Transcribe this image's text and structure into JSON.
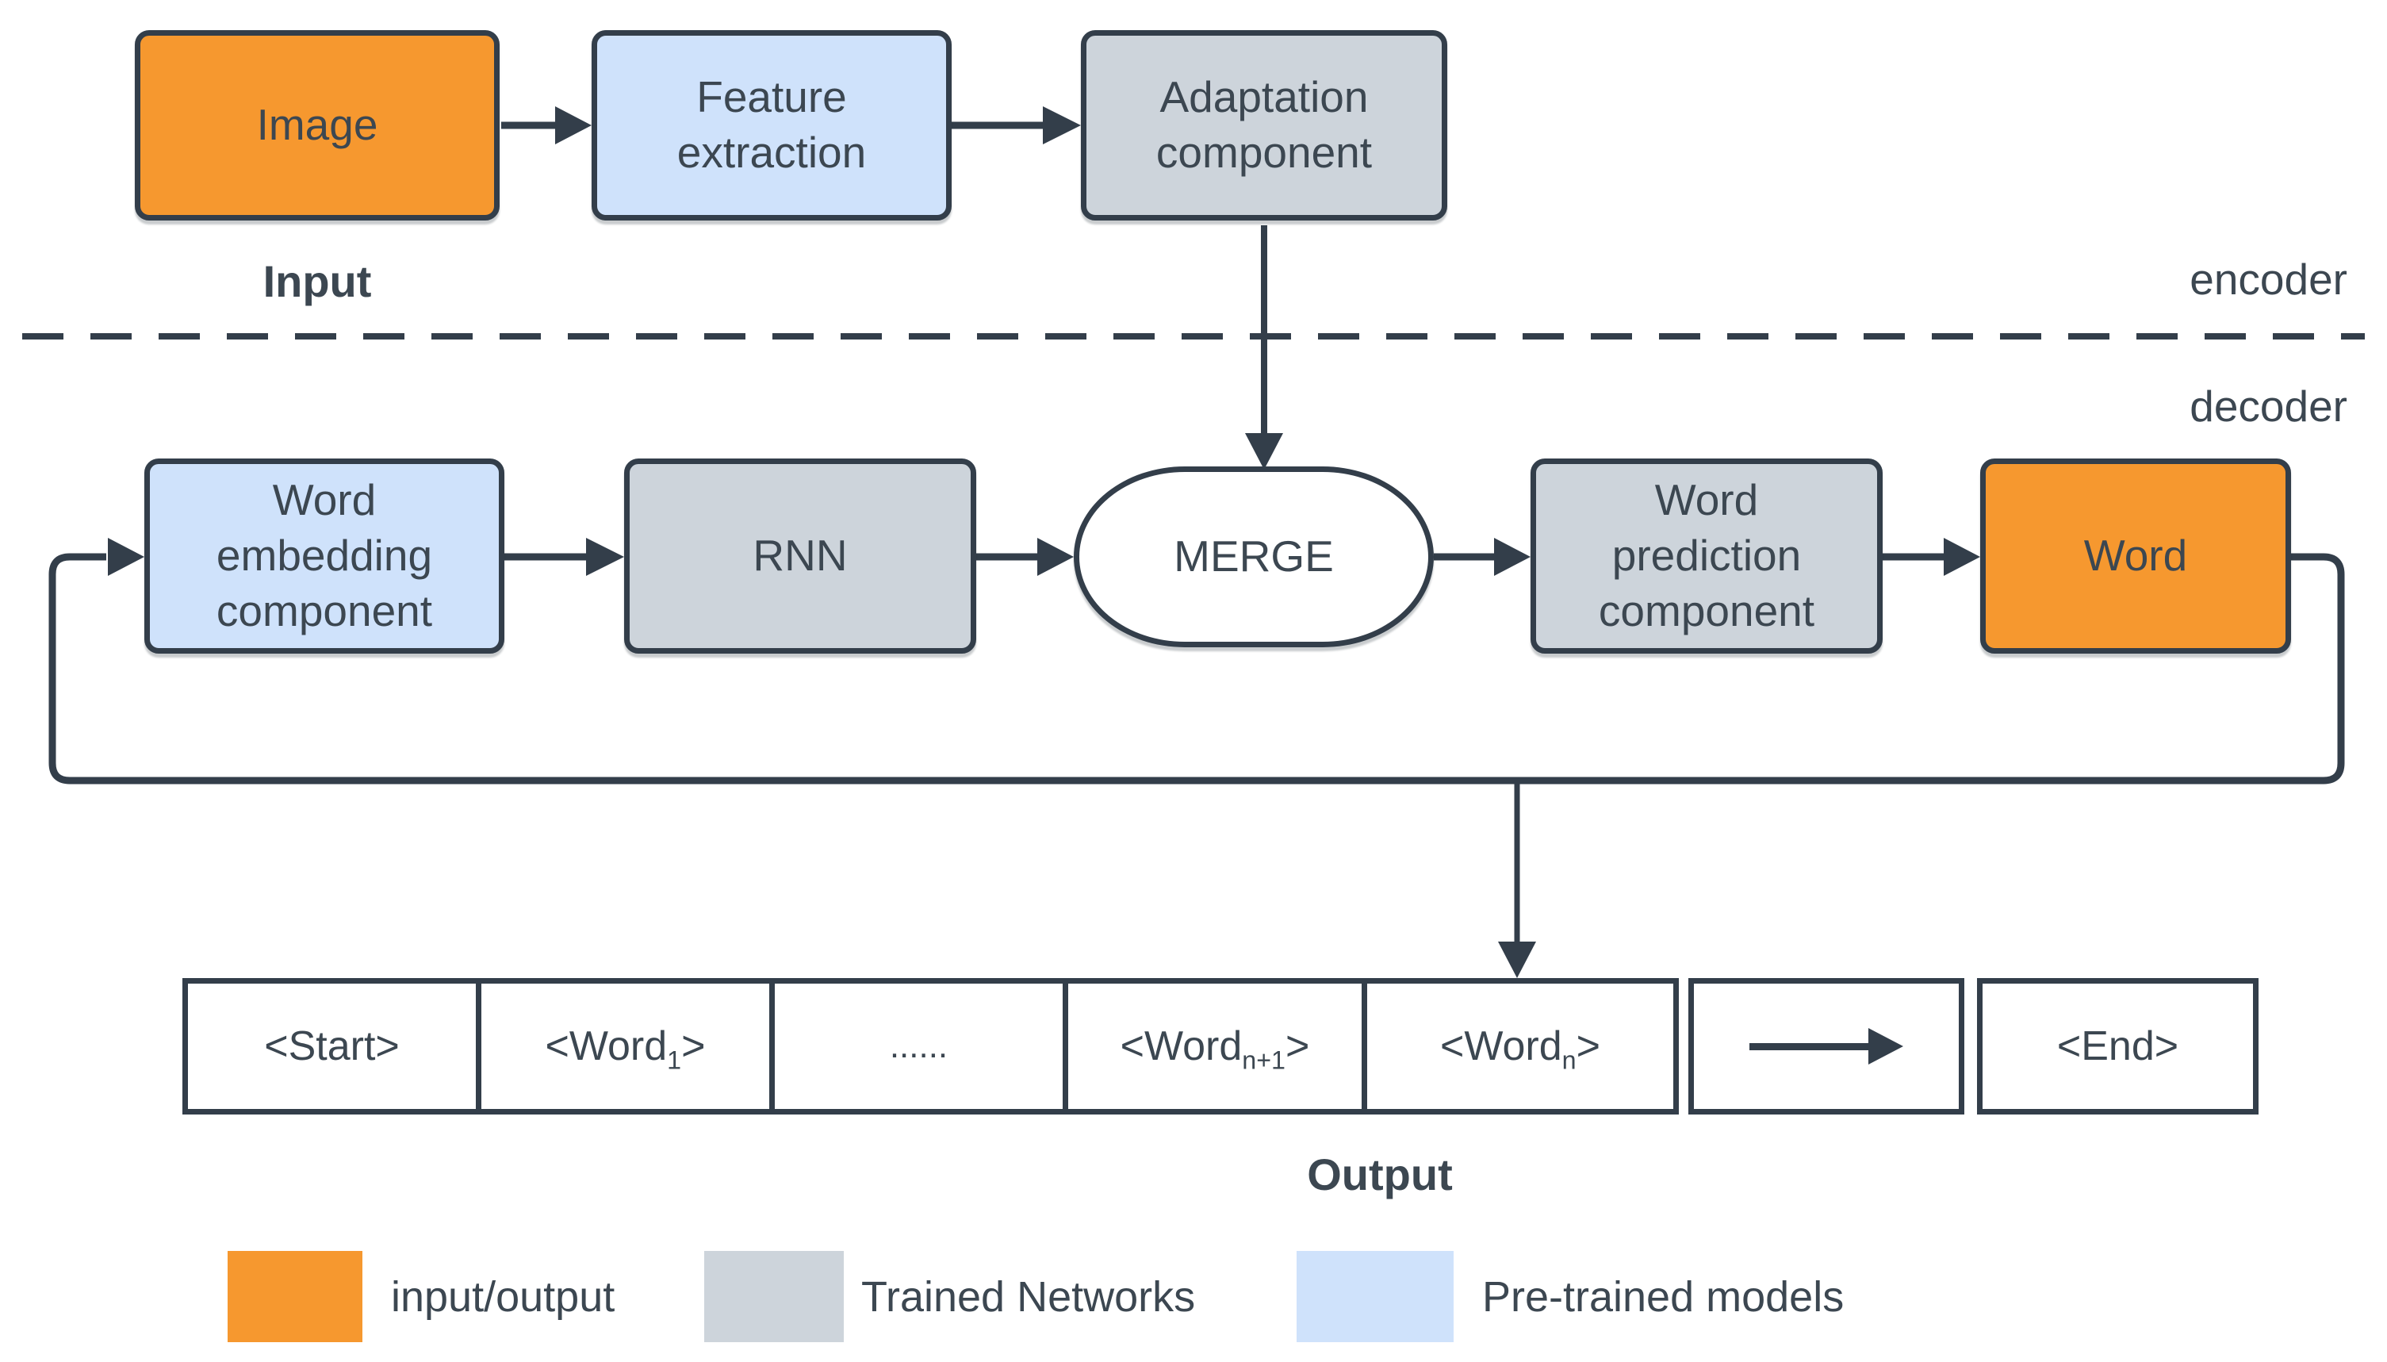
{
  "colors": {
    "orange": "#F6982F",
    "light_blue": "#CFE2FB",
    "gray": "#CDD4DB",
    "line": "#333E4A",
    "text": "#3C4751",
    "white": "#FFFFFF"
  },
  "encoder": {
    "region_label": "encoder",
    "input_label": "Input",
    "image_box": "Image",
    "feature_extraction_box": "Feature\nextraction",
    "adaptation_box": "Adaptation\ncomponent"
  },
  "decoder": {
    "region_label": "decoder",
    "word_embedding_box": "Word\nembedding\ncomponent",
    "rnn_box": "RNN",
    "merge_node": "MERGE",
    "word_prediction_box": "Word\nprediction\ncomponent",
    "word_box": "Word"
  },
  "output": {
    "label": "Output",
    "cells": [
      {
        "pre": "<Start>",
        "sub": "",
        "post": "",
        "type": "plain"
      },
      {
        "pre": "<Word",
        "sub": "1",
        "post": ">",
        "type": "io"
      },
      {
        "pre": "......",
        "sub": "",
        "post": "",
        "type": "io"
      },
      {
        "pre": "<Word",
        "sub": "n+1",
        "post": ">",
        "type": "io"
      },
      {
        "pre": "<Word",
        "sub": "n",
        "post": ">",
        "type": "io"
      },
      {
        "icon": "arrow-right-icon",
        "type": "arrow"
      },
      {
        "pre": "<End>",
        "sub": "",
        "post": "",
        "type": "plain"
      }
    ]
  },
  "legend": {
    "items": [
      {
        "label": "input/output",
        "swatch": "orange"
      },
      {
        "label": "Trained Networks",
        "swatch": "gray"
      },
      {
        "label": "Pre-trained models",
        "swatch": "light_blue"
      }
    ]
  }
}
